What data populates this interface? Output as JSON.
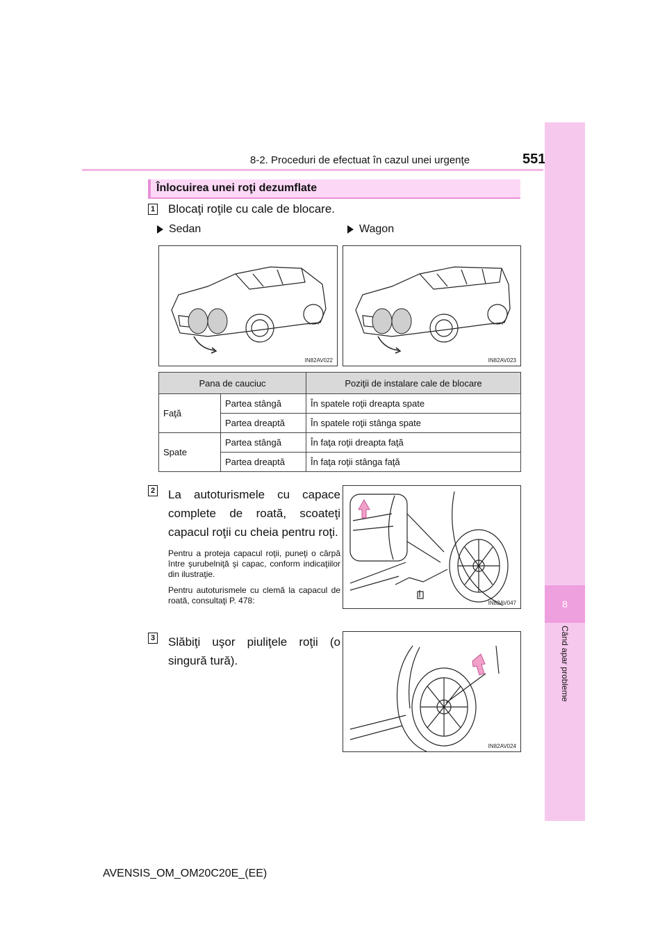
{
  "header": {
    "section_title": "8-2. Proceduri de efectuat în cazul unei urgenţe",
    "page_number": "551"
  },
  "side_tab": {
    "chapter_number": "8",
    "chapter_title": "Când apar probleme"
  },
  "section": {
    "title": "Înlocuirea unei roţi dezumflate"
  },
  "step1": {
    "number": "1",
    "text": "Blocaţi roţile cu cale de blocare.",
    "variants": [
      {
        "label": "Sedan",
        "image_code": "IN82AV022"
      },
      {
        "label": "Wagon",
        "image_code": "IN82AV023"
      }
    ]
  },
  "table": {
    "headers": [
      "Pana de cauciuc",
      "Poziţii de instalare cale de blocare"
    ],
    "groups": [
      {
        "name": "Faţă",
        "rows": [
          {
            "side": "Partea stângă",
            "position": "În spatele roţii dreapta spate"
          },
          {
            "side": "Partea dreaptă",
            "position": "În spatele roţii stânga spate"
          }
        ]
      },
      {
        "name": "Spate",
        "rows": [
          {
            "side": "Partea stângă",
            "position": "În faţa roţii dreapta faţă"
          },
          {
            "side": "Partea dreaptă",
            "position": "În faţa roţii stânga faţă"
          }
        ]
      }
    ]
  },
  "step2": {
    "number": "2",
    "text": "La autoturismele cu capace complete de roată, scoateţi capacul roţii cu cheia pentru roţi.",
    "note1": "Pentru a proteja capacul roţii, puneţi o cârpă între şurubelniţă şi capac, conform indicaţiilor din ilustraţie.",
    "note2": "Pentru autoturismele cu clemă la capacul de roată, consultaţi P. 478:",
    "image_code": "IN82AV047"
  },
  "step3": {
    "number": "3",
    "text": "Slăbiţi uşor piuliţele roţii (o singură tură).",
    "image_code": "IN82AV024"
  },
  "footer": {
    "doc_code": "AVENSIS_OM_OM20C20E_(EE)"
  },
  "colors": {
    "accent_pink": "#e98fd7",
    "section_bg": "#fdd8f6",
    "side_band": "#f7c8ee",
    "side_tab": "#ee9fdd",
    "arrow_pink": "#f29fc9"
  },
  "icons": {
    "bullet": "right-triangle-icon"
  }
}
